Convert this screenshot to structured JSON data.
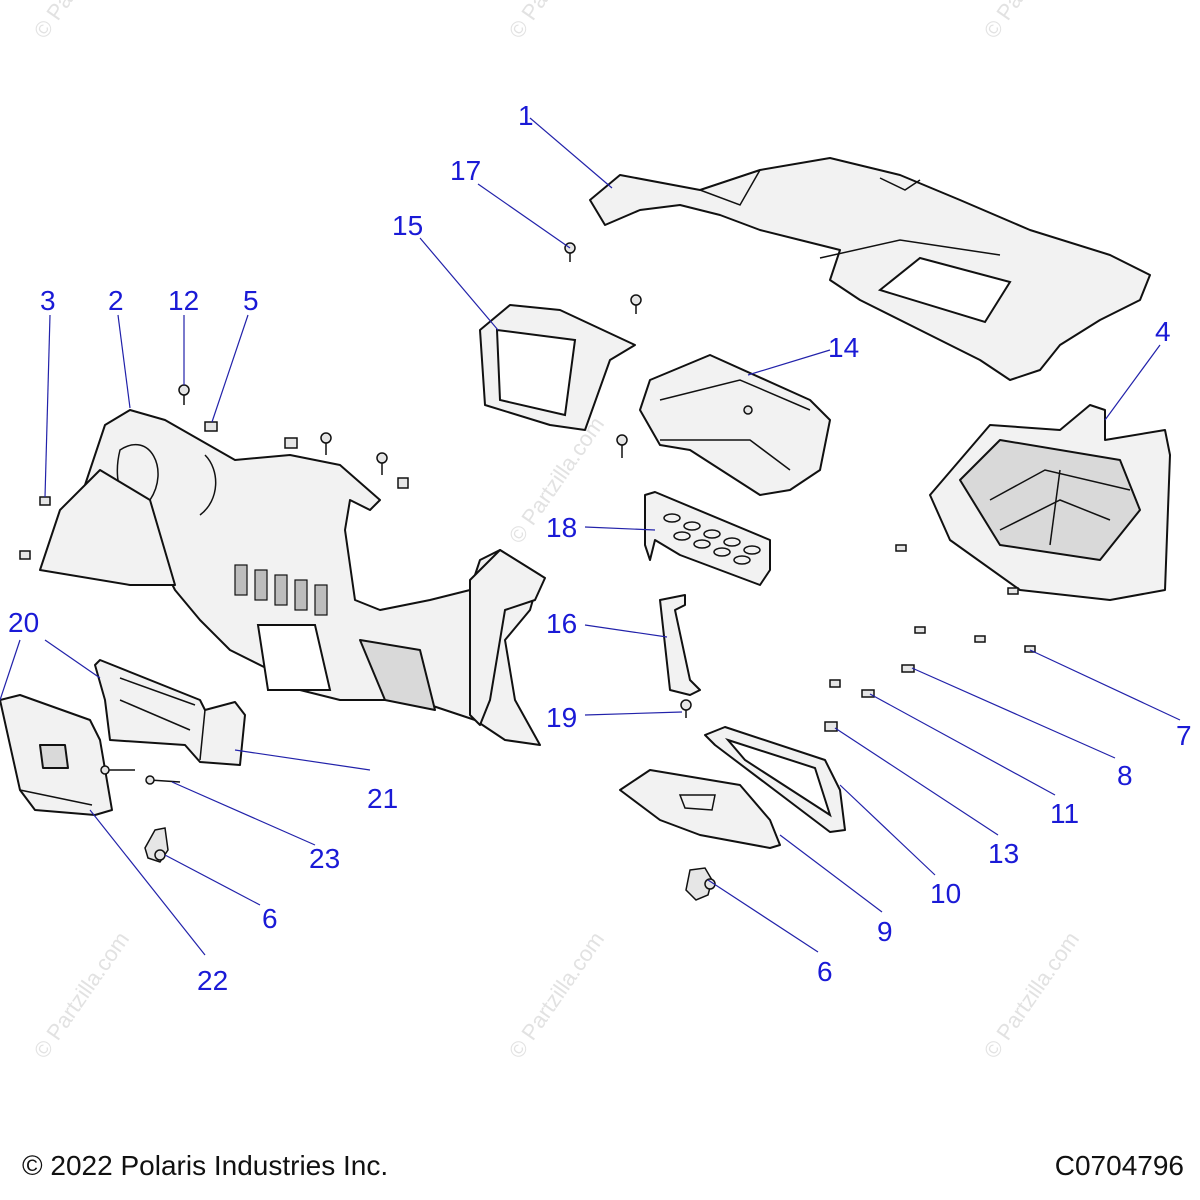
{
  "watermark": "© Partzilla.com",
  "callouts": {
    "c1": "1",
    "c2": "2",
    "c3": "3",
    "c4": "4",
    "c5": "5",
    "c6a": "6",
    "c6b": "6",
    "c7": "7",
    "c8": "8",
    "c9": "9",
    "c10": "10",
    "c11": "11",
    "c12": "12",
    "c13": "13",
    "c14": "14",
    "c15": "15",
    "c16": "16",
    "c17": "17",
    "c18": "18",
    "c19": "19",
    "c20": "20",
    "c21": "21",
    "c22": "22",
    "c23": "23"
  },
  "footer": {
    "copyright": "© 2022 Polaris Industries Inc.",
    "drawing_id": "C0704796"
  },
  "colors": {
    "callout": "#1a1ad6",
    "leader": "#2222aa",
    "line": "#111111"
  }
}
